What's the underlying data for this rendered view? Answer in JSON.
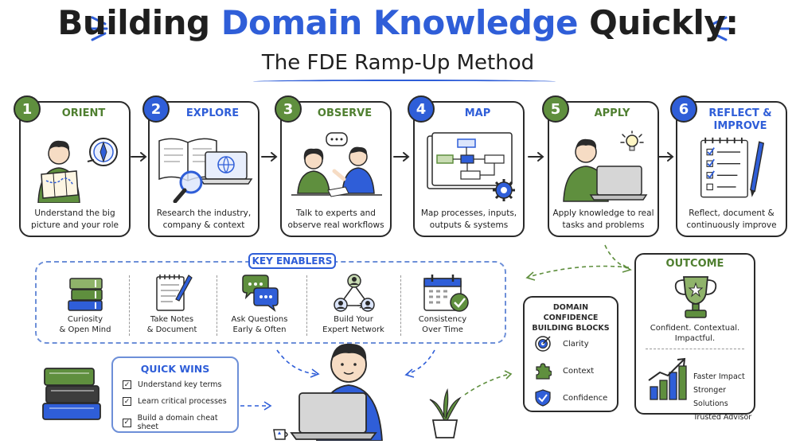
{
  "title": {
    "prefix": "Building",
    "highlight": "Domain Knowledge",
    "suffix": "Quickly:",
    "subtitle": "The FDE Ramp-Up Method"
  },
  "steps": [
    {
      "number": "1",
      "title": "ORIENT",
      "desc1": "Understand the big",
      "desc2": "picture and your role",
      "color": "green"
    },
    {
      "number": "2",
      "title": "EXPLORE",
      "desc1": "Research the industry,",
      "desc2": "company & context",
      "color": "blue"
    },
    {
      "number": "3",
      "title": "OBSERVE",
      "desc1": "Talk to experts and",
      "desc2": "observe real workflows",
      "color": "green"
    },
    {
      "number": "4",
      "title": "MAP",
      "desc1": "Map processes, inputs,",
      "desc2": "outputs & systems",
      "color": "blue"
    },
    {
      "number": "5",
      "title": "APPLY",
      "desc1": "Apply knowledge to real",
      "desc2": "tasks and problems",
      "color": "green"
    },
    {
      "number": "6",
      "title1": "REFLECT &",
      "title2": "IMPROVE",
      "desc1": "Reflect, document &",
      "desc2": "continuously improve",
      "color": "blue"
    }
  ],
  "key_enablers": {
    "label": "KEY ENABLERS",
    "items": [
      {
        "line1": "Curiosity",
        "line2": "& Open Mind",
        "icon": "books-icon"
      },
      {
        "line1": "Take Notes",
        "line2": "& Document",
        "icon": "notepad-icon"
      },
      {
        "line1": "Ask Questions",
        "line2": "Early & Often",
        "icon": "speech-bubbles-icon"
      },
      {
        "line1": "Build Your",
        "line2": "Expert Network",
        "icon": "network-icon"
      },
      {
        "line1": "Consistency",
        "line2": "Over Time",
        "icon": "calendar-check-icon"
      }
    ]
  },
  "quick_wins": {
    "title": "QUICK WINS",
    "items": [
      "Understand key terms",
      "Learn critical processes",
      "Build a domain cheat sheet"
    ]
  },
  "domain_confidence": {
    "title1": "DOMAIN CONFIDENCE",
    "title2": "BUILDING BLOCKS",
    "items": [
      "Clarity",
      "Context",
      "Confidence"
    ]
  },
  "outcome": {
    "title": "OUTCOME",
    "tagline1": "Confident. Contextual.",
    "tagline2": "Impactful.",
    "results": [
      "Faster Impact",
      "Stronger Solutions",
      "Trusted Advisor"
    ]
  },
  "colors": {
    "blue": "#2f5ed8",
    "green": "#5f8f3e",
    "ink": "#2a2a2a"
  }
}
